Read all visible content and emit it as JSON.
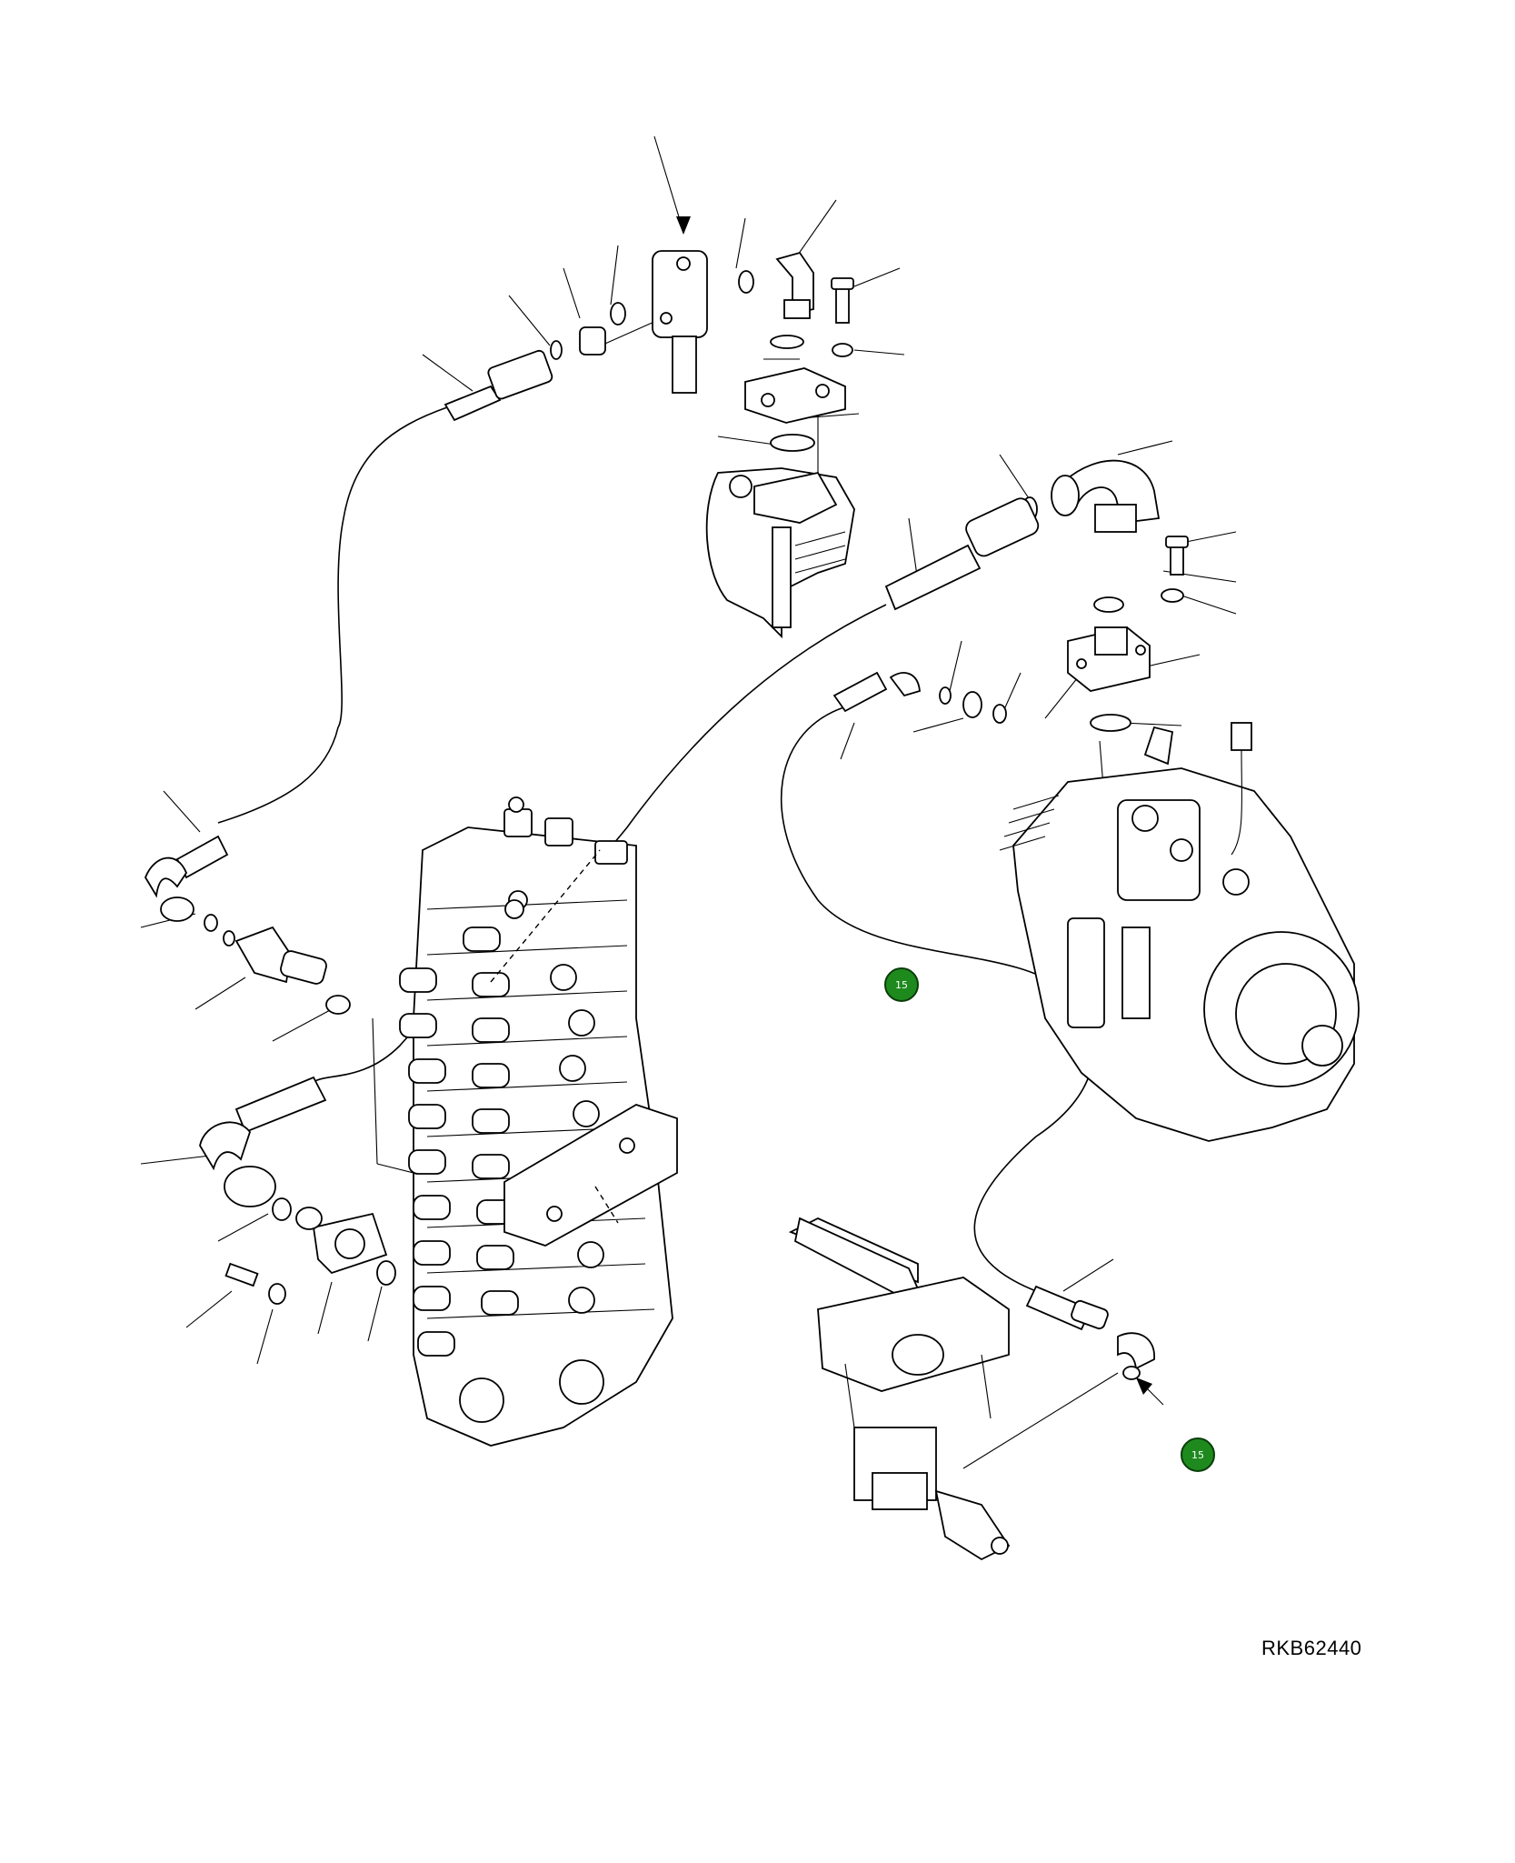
{
  "drawing": {
    "reference": "RKB62440"
  },
  "callouts": [
    {
      "label": "15",
      "color": "#1e8a1e"
    },
    {
      "label": "15",
      "color": "#1e8a1e"
    }
  ]
}
